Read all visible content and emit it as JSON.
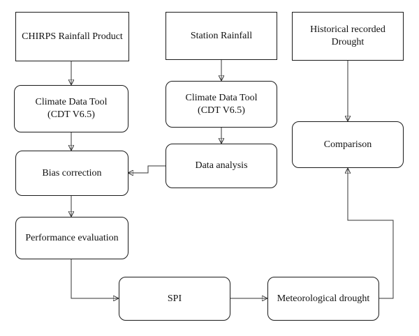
{
  "diagram": {
    "nodes": {
      "chirps": "CHIRPS Rainfall Product",
      "station": "Station Rainfall",
      "historical": "Historical recorded\nDrought",
      "cdt_left": "Climate Data Tool\n(CDT V6.5)",
      "cdt_middle": "Climate Data Tool\n(CDT V6.5)",
      "comparison": "Comparison",
      "bias": "Bias correction",
      "analysis": "Data analysis",
      "performance": "Performance evaluation",
      "spi": "SPI",
      "meteo": "Meteorological drought"
    },
    "edges": [
      {
        "from": "chirps",
        "to": "cdt_left"
      },
      {
        "from": "cdt_left",
        "to": "bias"
      },
      {
        "from": "station",
        "to": "cdt_middle"
      },
      {
        "from": "cdt_middle",
        "to": "analysis"
      },
      {
        "from": "analysis",
        "to": "bias"
      },
      {
        "from": "bias",
        "to": "performance"
      },
      {
        "from": "performance",
        "to": "spi"
      },
      {
        "from": "spi",
        "to": "meteo"
      },
      {
        "from": "meteo",
        "to": "comparison"
      },
      {
        "from": "historical",
        "to": "comparison"
      }
    ]
  }
}
